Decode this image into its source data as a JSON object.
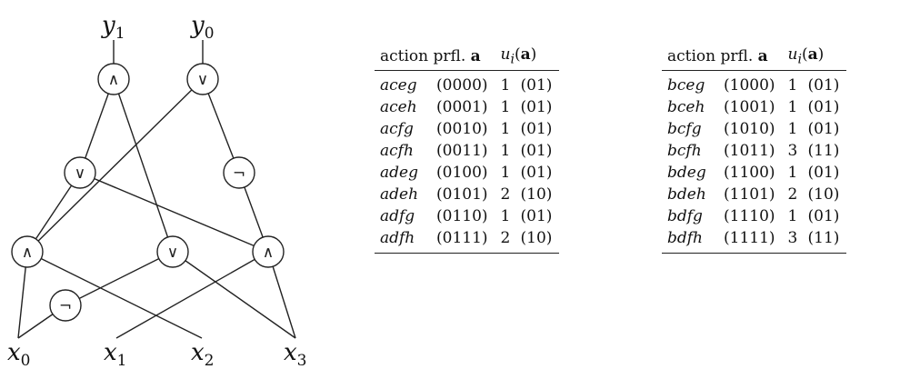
{
  "circuit": {
    "outputs": [
      {
        "name": "y",
        "sub": "1"
      },
      {
        "name": "y",
        "sub": "0"
      }
    ],
    "inputs": [
      {
        "name": "x",
        "sub": "0"
      },
      {
        "name": "x",
        "sub": "1"
      },
      {
        "name": "x",
        "sub": "2"
      },
      {
        "name": "x",
        "sub": "3"
      }
    ],
    "gates": [
      {
        "id": "and-top",
        "symbol": "∧"
      },
      {
        "id": "or-top",
        "symbol": "∨"
      },
      {
        "id": "or-mid",
        "symbol": "∨"
      },
      {
        "id": "not-mid",
        "symbol": "¬"
      },
      {
        "id": "and-left",
        "symbol": "∧"
      },
      {
        "id": "or-center",
        "symbol": "∨"
      },
      {
        "id": "and-right",
        "symbol": "∧"
      },
      {
        "id": "not-low",
        "symbol": "¬"
      }
    ]
  },
  "tables": {
    "header": {
      "col1_text": "action prfl. ",
      "col1_bold": "a",
      "col2_func": "u",
      "col2_sub": "i",
      "col2_open": "(",
      "col2_bold": "a",
      "col2_close": ")"
    },
    "left_rows": [
      {
        "action": "aceg",
        "bits": "(0000)",
        "u": "1",
        "ub": "(01)"
      },
      {
        "action": "aceh",
        "bits": "(0001)",
        "u": "1",
        "ub": "(01)"
      },
      {
        "action": "acfg",
        "bits": "(0010)",
        "u": "1",
        "ub": "(01)"
      },
      {
        "action": "acfh",
        "bits": "(0011)",
        "u": "1",
        "ub": "(01)"
      },
      {
        "action": "adeg",
        "bits": "(0100)",
        "u": "1",
        "ub": "(01)"
      },
      {
        "action": "adeh",
        "bits": "(0101)",
        "u": "2",
        "ub": "(10)"
      },
      {
        "action": "adfg",
        "bits": "(0110)",
        "u": "1",
        "ub": "(01)"
      },
      {
        "action": "adfh",
        "bits": "(0111)",
        "u": "2",
        "ub": "(10)"
      }
    ],
    "right_rows": [
      {
        "action": "bceg",
        "bits": "(1000)",
        "u": "1",
        "ub": "(01)"
      },
      {
        "action": "bceh",
        "bits": "(1001)",
        "u": "1",
        "ub": "(01)"
      },
      {
        "action": "bcfg",
        "bits": "(1010)",
        "u": "1",
        "ub": "(01)"
      },
      {
        "action": "bcfh",
        "bits": "(1011)",
        "u": "3",
        "ub": "(11)"
      },
      {
        "action": "bdeg",
        "bits": "(1100)",
        "u": "1",
        "ub": "(01)"
      },
      {
        "action": "bdeh",
        "bits": "(1101)",
        "u": "2",
        "ub": "(10)"
      },
      {
        "action": "bdfg",
        "bits": "(1110)",
        "u": "1",
        "ub": "(01)"
      },
      {
        "action": "bdfh",
        "bits": "(1111)",
        "u": "3",
        "ub": "(11)"
      }
    ]
  }
}
